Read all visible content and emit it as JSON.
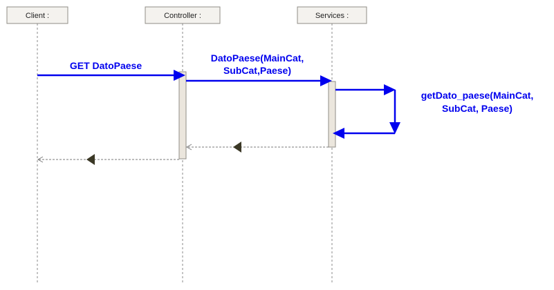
{
  "lifelines": {
    "client": {
      "label": "Client :"
    },
    "controller": {
      "label": "Controller :"
    },
    "services": {
      "label": "Services :"
    }
  },
  "messages": {
    "get_dato_paese": {
      "label": "GET DatoPaese"
    },
    "dato_paese": {
      "line1": "DatoPaese(MainCat,",
      "line2": "SubCat,Paese)"
    },
    "get_dato_paese_self": {
      "line1": "getDato_paese(MainCat,",
      "line2": "SubCat, Paese)"
    }
  },
  "colors": {
    "message": "#0000ee",
    "return": "#7a7a7a",
    "return_marker": "#3b3826",
    "lifeline_box": "#f4f2ee",
    "activation": "#ebe6dd"
  }
}
